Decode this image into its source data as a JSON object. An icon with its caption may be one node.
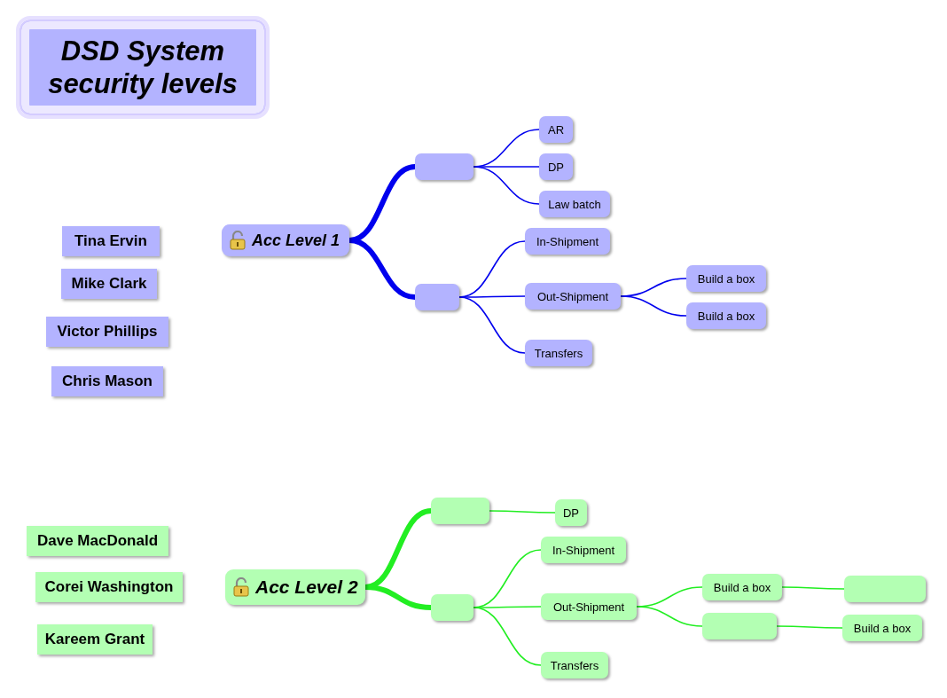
{
  "diagram": {
    "nodes": [
      {
        "text": [
          "DSD System security levels"
        ]
      },
      {
        "text": [
          "Tina Ervin"
        ]
      },
      {
        "text": [
          "Mike Clark"
        ]
      },
      {
        "text": [
          "Victor Phillips"
        ]
      },
      {
        "text": [
          "Chris Mason"
        ]
      },
      {
        "text": [
          "Acc Level 1"
        ]
      },
      {
        "text": [],
        "shape": "box"
      },
      {
        "text": [
          "AR"
        ]
      },
      {
        "text": [
          "DP"
        ]
      },
      {
        "text": [
          "Law batch"
        ]
      },
      {
        "text": [],
        "shape": "box"
      },
      {
        "text": [
          "In-Shipment"
        ]
      },
      {
        "text": [
          "Out-Shipment"
        ]
      },
      {
        "text": [
          "Build a box"
        ]
      },
      {
        "text": [
          "Build a box"
        ]
      },
      {
        "text": [
          "Transfers"
        ]
      },
      {
        "text": [
          "Dave MacDonald"
        ]
      },
      {
        "text": [
          "Corei Washington"
        ]
      },
      {
        "text": [
          "Kareem Grant"
        ]
      },
      {
        "text": [
          "Acc Level 2"
        ]
      },
      {
        "text": [],
        "shape": "box"
      },
      {
        "text": [
          "DP"
        ]
      },
      {
        "text": [],
        "shape": "box"
      },
      {
        "text": [
          "In-Shipment"
        ]
      },
      {
        "text": [
          "Out-Shipment"
        ]
      },
      {
        "text": [
          "Build a box"
        ]
      },
      {
        "text": [],
        "shape": "box"
      },
      {
        "text": [],
        "shape": "box"
      },
      {
        "text": [
          "Build a box"
        ]
      },
      {
        "text": [
          "Transfers"
        ]
      }
    ],
    "edges": [
      {
        "from": 5,
        "to": 6,
        "arrow": "none",
        "style": "thick",
        "color": "#0000ee"
      },
      {
        "from": 6,
        "to": 7,
        "arrow": "none",
        "color": "#0000ee"
      },
      {
        "from": 6,
        "to": 8,
        "arrow": "none",
        "color": "#0000ee"
      },
      {
        "from": 6,
        "to": 9,
        "arrow": "none",
        "color": "#0000ee"
      },
      {
        "from": 5,
        "to": 10,
        "arrow": "none",
        "style": "thick",
        "color": "#0000ee"
      },
      {
        "from": 10,
        "to": 11,
        "arrow": "none",
        "color": "#0000ee"
      },
      {
        "from": 10,
        "to": 12,
        "arrow": "none",
        "color": "#0000ee"
      },
      {
        "from": 12,
        "to": 13,
        "arrow": "none",
        "color": "#0000ee"
      },
      {
        "from": 12,
        "to": 14,
        "arrow": "none",
        "color": "#0000ee"
      },
      {
        "from": 10,
        "to": 15,
        "arrow": "none",
        "color": "#0000ee"
      },
      {
        "from": 19,
        "to": 20,
        "arrow": "none",
        "style": "thick",
        "color": "#22ee22"
      },
      {
        "from": 20,
        "to": 21,
        "arrow": "none",
        "color": "#22ee22"
      },
      {
        "from": 19,
        "to": 22,
        "arrow": "none",
        "style": "thick",
        "color": "#22ee22"
      },
      {
        "from": 22,
        "to": 23,
        "arrow": "none",
        "color": "#22ee22"
      },
      {
        "from": 22,
        "to": 24,
        "arrow": "none",
        "color": "#22ee22"
      },
      {
        "from": 24,
        "to": 25,
        "arrow": "none",
        "color": "#22ee22"
      },
      {
        "from": 25,
        "to": 26,
        "arrow": "none",
        "color": "#22ee22"
      },
      {
        "from": 24,
        "to": 27,
        "arrow": "none",
        "color": "#22ee22"
      },
      {
        "from": 27,
        "to": 28,
        "arrow": "none",
        "color": "#22ee22"
      },
      {
        "from": 22,
        "to": 29,
        "arrow": "none",
        "color": "#22ee22"
      }
    ]
  }
}
